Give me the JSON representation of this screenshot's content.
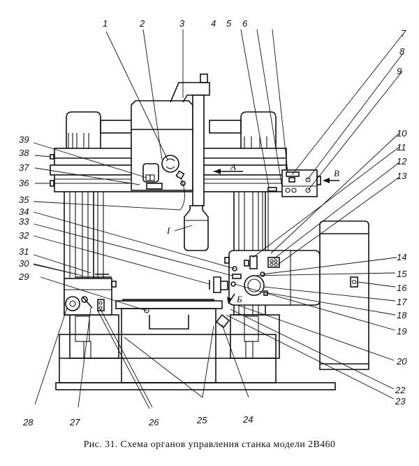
{
  "figure": {
    "caption": "Рис. 31. Схема органов управления станка модели 2В460",
    "callouts": [
      "1",
      "2",
      "3",
      "4",
      "5",
      "6",
      "7",
      "8",
      "9",
      "10",
      "11",
      "12",
      "13",
      "14",
      "15",
      "16",
      "17",
      "18",
      "19",
      "20",
      "22",
      "23",
      "24",
      "25",
      "26",
      "27",
      "28",
      "29",
      "30",
      "31",
      "32",
      "33",
      "34",
      "35",
      "36",
      "37",
      "38",
      "39"
    ],
    "letters": {
      "direction_a": "А",
      "direction_b": "Б",
      "view_v": "В",
      "part_i": "I"
    }
  }
}
